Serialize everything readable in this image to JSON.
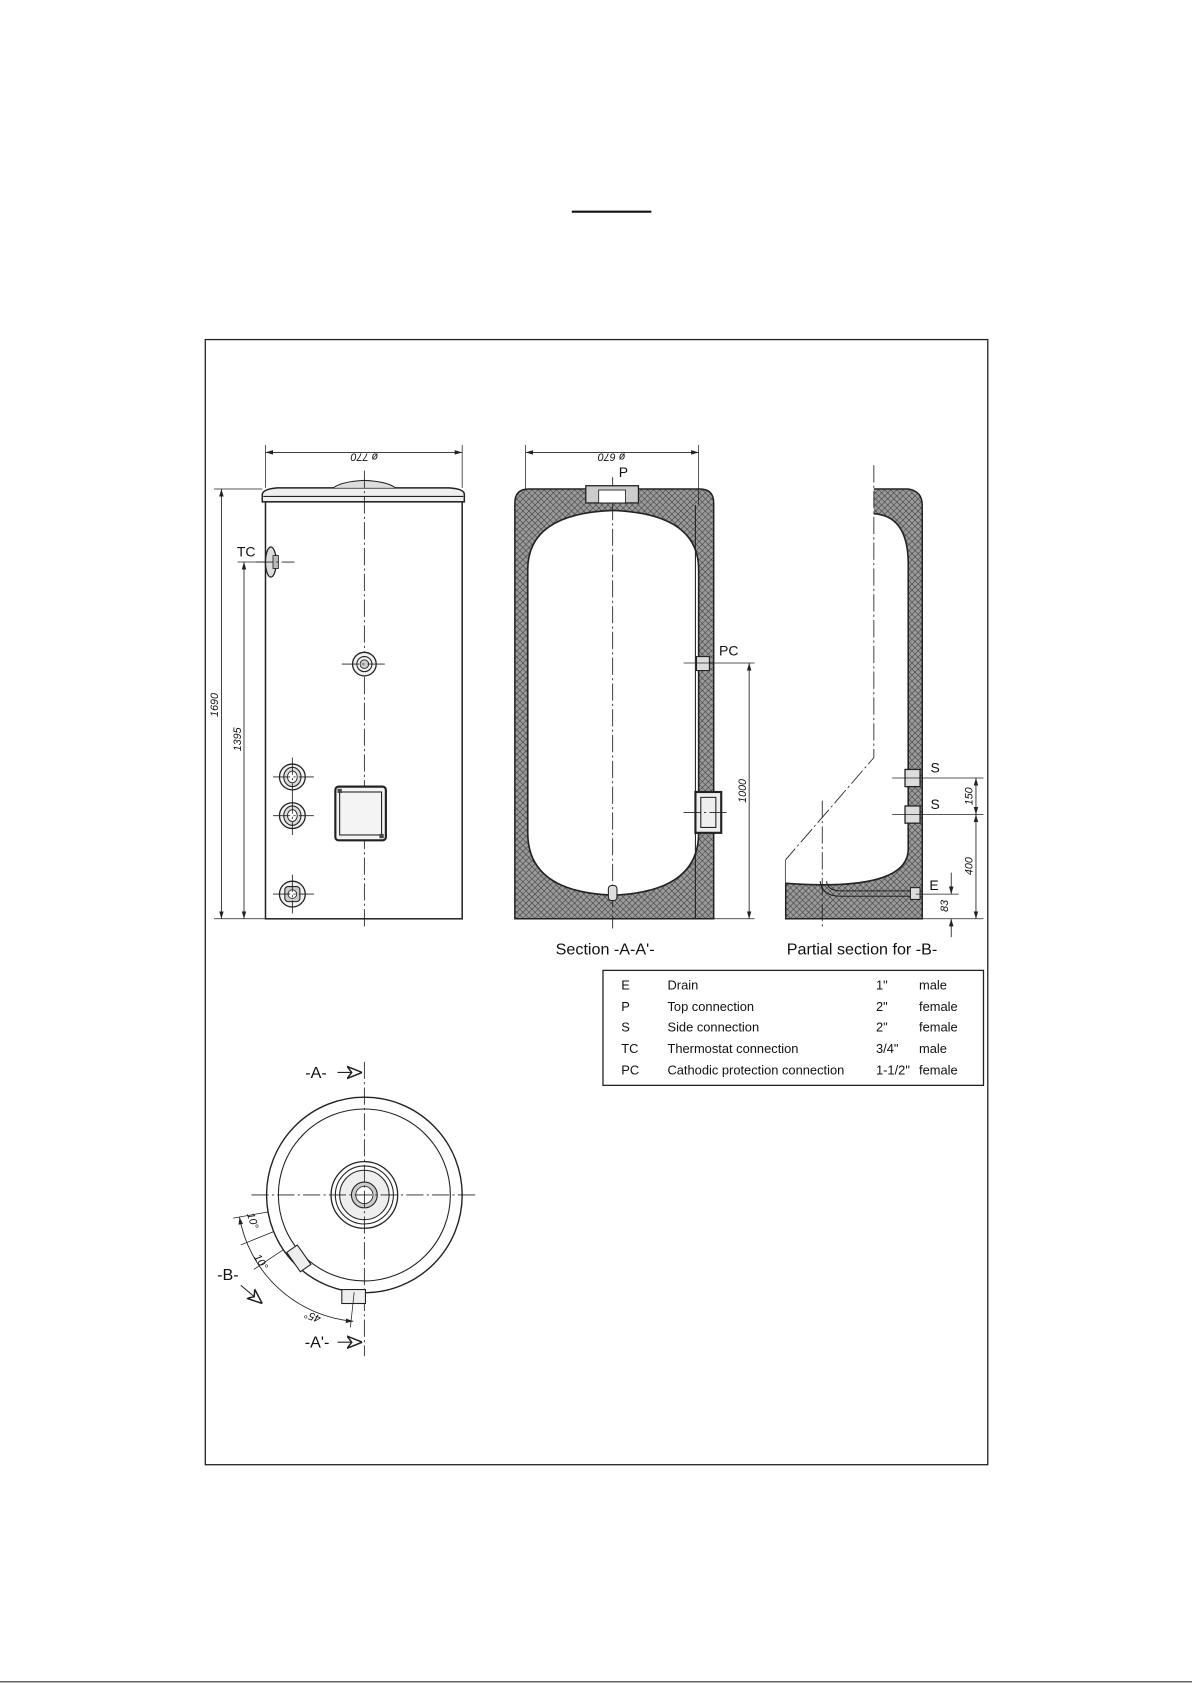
{
  "drawing": {
    "front_view": {
      "diameter_label": "ø 770",
      "height_label": "1690",
      "thermostat_height_label": "1395",
      "thermostat_label": "TC"
    },
    "section_a": {
      "diameter_label": "ø 670",
      "top_connection_label": "P",
      "cathodic_label": "PC",
      "cathodic_height_label": "1000",
      "caption": "Section -A-A'-"
    },
    "section_b": {
      "side_upper_label": "S",
      "side_lower_label": "S",
      "drain_label": "E",
      "spacing_label": "150",
      "side_height_label": "400",
      "drain_height_label": "83",
      "caption": "Partial section for -B-"
    },
    "plan_view": {
      "section_a_marker": "-A-",
      "section_a_prime_marker": "-A'-",
      "section_b_marker": "-B-",
      "angle_upper": "10°",
      "angle_middle": "10°",
      "angle_lower": "45°"
    }
  },
  "legend": {
    "rows": [
      {
        "code": "E",
        "name": "Drain",
        "size": "1\"",
        "gender": "male"
      },
      {
        "code": "P",
        "name": "Top connection",
        "size": "2\"",
        "gender": "female"
      },
      {
        "code": "S",
        "name": "Side connection",
        "size": "2\"",
        "gender": "female"
      },
      {
        "code": "TC",
        "name": "Thermostat connection",
        "size": "3/4\"",
        "gender": "male"
      },
      {
        "code": "PC",
        "name": "Cathodic protection connection",
        "size": "1-1/2\"",
        "gender": "female"
      }
    ]
  },
  "colors": {
    "line": "#222222",
    "insulation_hatch": "#9a9a9a"
  }
}
